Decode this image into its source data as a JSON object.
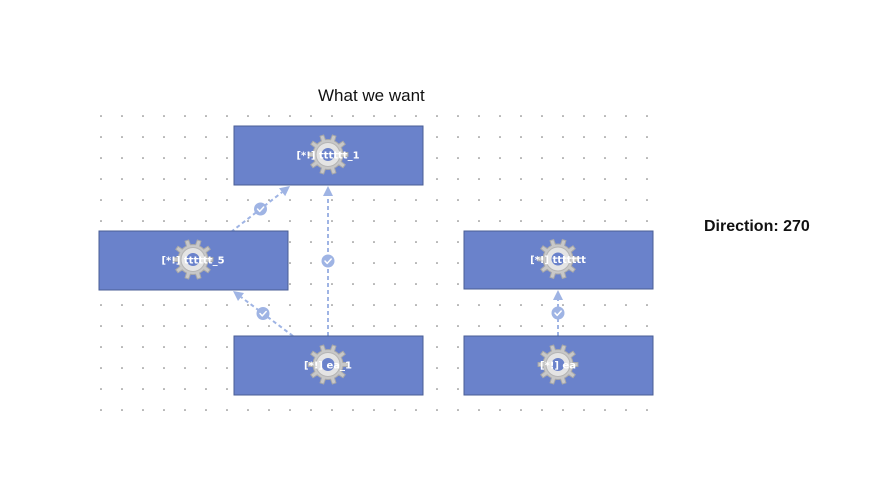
{
  "title": "What we want",
  "direction": {
    "label": "Direction: 270"
  },
  "colors": {
    "node_fill": "#6A82CB",
    "node_border": "#4A5E95",
    "edge": "#9FB4E4",
    "grid_dot": "#6E6E6E",
    "gear": "#C8C8C8"
  },
  "nodes": [
    {
      "id": "n1",
      "label": "[*!] tttttt_1",
      "icon": "gear-icon"
    },
    {
      "id": "n5",
      "label": "[*!] tttttt_5",
      "icon": "gear-icon"
    },
    {
      "id": "ea1",
      "label": "[*!] ea_1",
      "icon": "gear-icon"
    },
    {
      "id": "t",
      "label": "[*!] ttttttt",
      "icon": "gear-icon"
    },
    {
      "id": "ea",
      "label": "[*!] ea",
      "icon": "gear-icon"
    }
  ],
  "edges": [
    {
      "from": "n5",
      "to": "n1",
      "style": "dashed",
      "marker": "check-icon"
    },
    {
      "from": "ea1",
      "to": "n1",
      "style": "dashed",
      "marker": "check-icon"
    },
    {
      "from": "ea1",
      "to": "n5",
      "style": "dashed",
      "marker": "check-icon"
    },
    {
      "from": "ea",
      "to": "t",
      "style": "dashed",
      "marker": "check-icon"
    }
  ]
}
